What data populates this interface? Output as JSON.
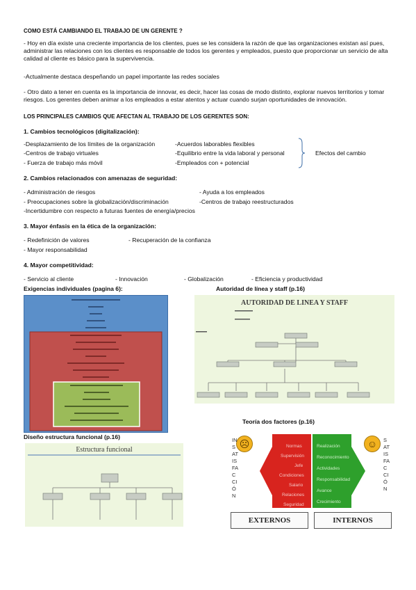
{
  "doc": {
    "heading": "COMO ESTÁ CAMBIANDO EL TRABAJO DE UN GERENTE ?",
    "p1": "- Hoy en día existe una creciente importancia de los clientes, pues se les considera la razón de que las organizaciones existan así pues, administrar las relaciones con los clientes es responsable de todos los gerentes y empleados, puesto que proporcionar un servicio de alta calidad al cliente es básico para la supervivencia.",
    "p2": "-Actualmente destaca despeñando un papel importante las redes sociales",
    "p3": "- Otro dato a tener en cuenta es la importancia de innovar, es decir, hacer las cosas de modo distinto, explorar nuevos territorios y tomar riesgos. Los gerentes deben animar a los empleados a estar atentos y actuar cuando surjan oportunidades de innovación.",
    "main_changes": "LOS PRINCIPALES CAMBIOS QUE AFECTAN AL TRABAJO DE LOS GERENTES SON:",
    "s1": {
      "title": "1. Cambios tecnológicos (digitalización):",
      "left": [
        "-Desplazamiento de los límites de la organización",
        "-Centros de trabajo virtuales",
        "- Fuerza de trabajo más móvil"
      ],
      "right": [
        "-Acuerdos laborables flexibles",
        "-Equilibrio entre la vida laboral y personal",
        "-Empleados con + potencial"
      ],
      "effects": "Efectos del cambio"
    },
    "s2": {
      "title": "2. Cambios relacionados con amenazas de seguridad:",
      "l1a": "- Administración de riesgos",
      "l1b": "- Ayuda a los empleados",
      "l2a": "- Preocupaciones sobre la globalización/discriminación",
      "l2b": "-Centros de trabajo reestructurados",
      "l3": "-Incertidumbre con respecto a futuras fuentes de energía/precios"
    },
    "s3": {
      "title": "3. Mayor énfasis en la ética de la organización:",
      "a": "- Redefinición de valores",
      "b": "- Recuperación de la confianza",
      "c": "- Mayor responsabilidad"
    },
    "s4": {
      "title": "4. Mayor competitividad:",
      "items": [
        "- Servicio al cliente",
        "- Innovación",
        "- Globalización",
        "- Eficiencia y productividad"
      ]
    }
  },
  "figures": {
    "cap_exig": "Exigencias individuales (pagina 6):",
    "cap_autoridad": "Autoridad de línea y staff (p.16)",
    "cap_factores": "Teoría dos factores (p.16)",
    "cap_funcional": "Diseño estructura funcional (p.16)",
    "autoridad_title": "AUTORIDAD DE LINEA Y STAFF",
    "funcional_title": "Estructura funcional",
    "insatisfaccion": "INSATISFACCIÓN",
    "satisfaccion": "SATISFACCIÓN",
    "externos": "EXTERNOS",
    "internos": "INTERNOS",
    "red_items": [
      "Normas",
      "Supervisión",
      "Jefe",
      "Condiciones",
      "Salario",
      "Relaciones",
      "Seguridad"
    ],
    "green_items": [
      "Realización",
      "Reconocimiento",
      "Actividades",
      "Responsabilidad",
      "Avance",
      "Crecimiento"
    ]
  },
  "colors": {
    "blue": "#5b8fc9",
    "red": "#c0504d",
    "green_box": "#9bbb59",
    "pale_green": "#eef6df",
    "arrow_red": "#d8241e",
    "arrow_green": "#2ea02c"
  }
}
